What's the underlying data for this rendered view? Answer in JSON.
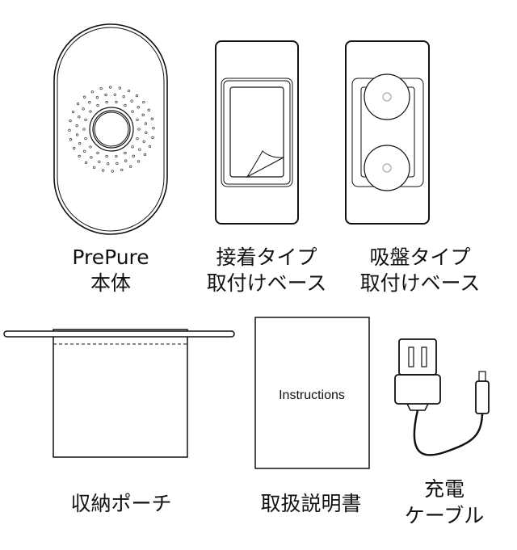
{
  "items": [
    {
      "label_lines": [
        "PrePure",
        "本体"
      ]
    },
    {
      "label_lines": [
        "接着タイプ",
        "取付けベース"
      ]
    },
    {
      "label_lines": [
        "吸盤タイプ",
        "取付けベース"
      ]
    },
    {
      "label_lines": [
        "収納ポーチ"
      ]
    },
    {
      "label_lines": [
        "取扱説明書"
      ],
      "booklet_text": "Instructions"
    },
    {
      "label_lines": [
        "充電",
        "ケーブル"
      ]
    }
  ],
  "colors": {
    "line": "#111111",
    "background": "#ffffff"
  }
}
